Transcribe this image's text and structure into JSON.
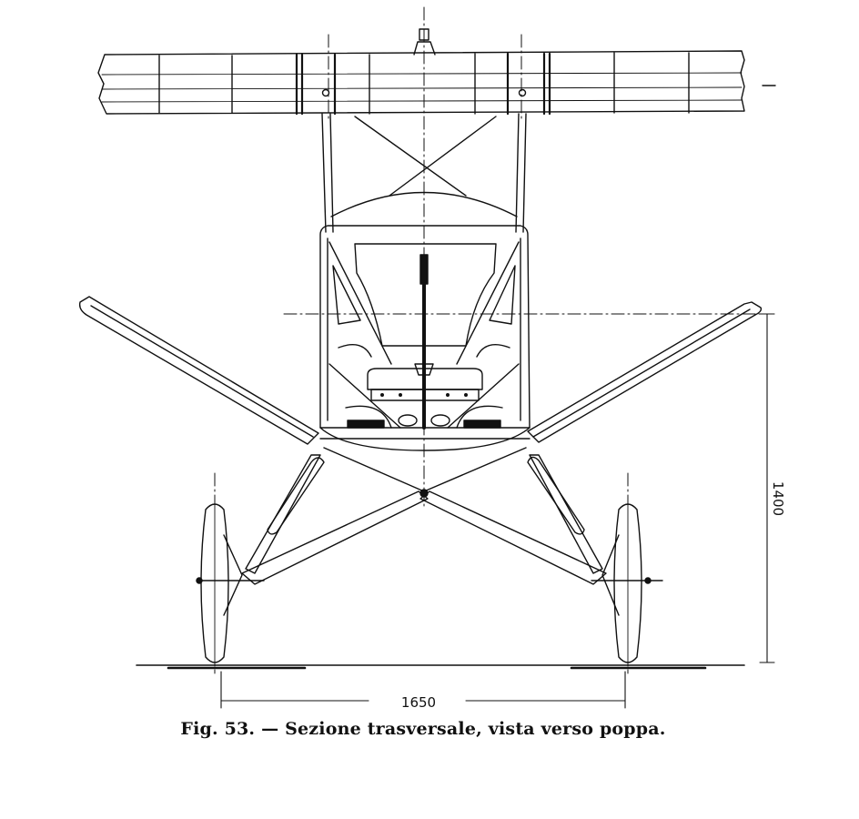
{
  "figure": {
    "caption": "Fig. 53. — Sezione trasversale, vista verso poppa.",
    "dimensions": {
      "height": "1400",
      "track": "1650"
    }
  }
}
